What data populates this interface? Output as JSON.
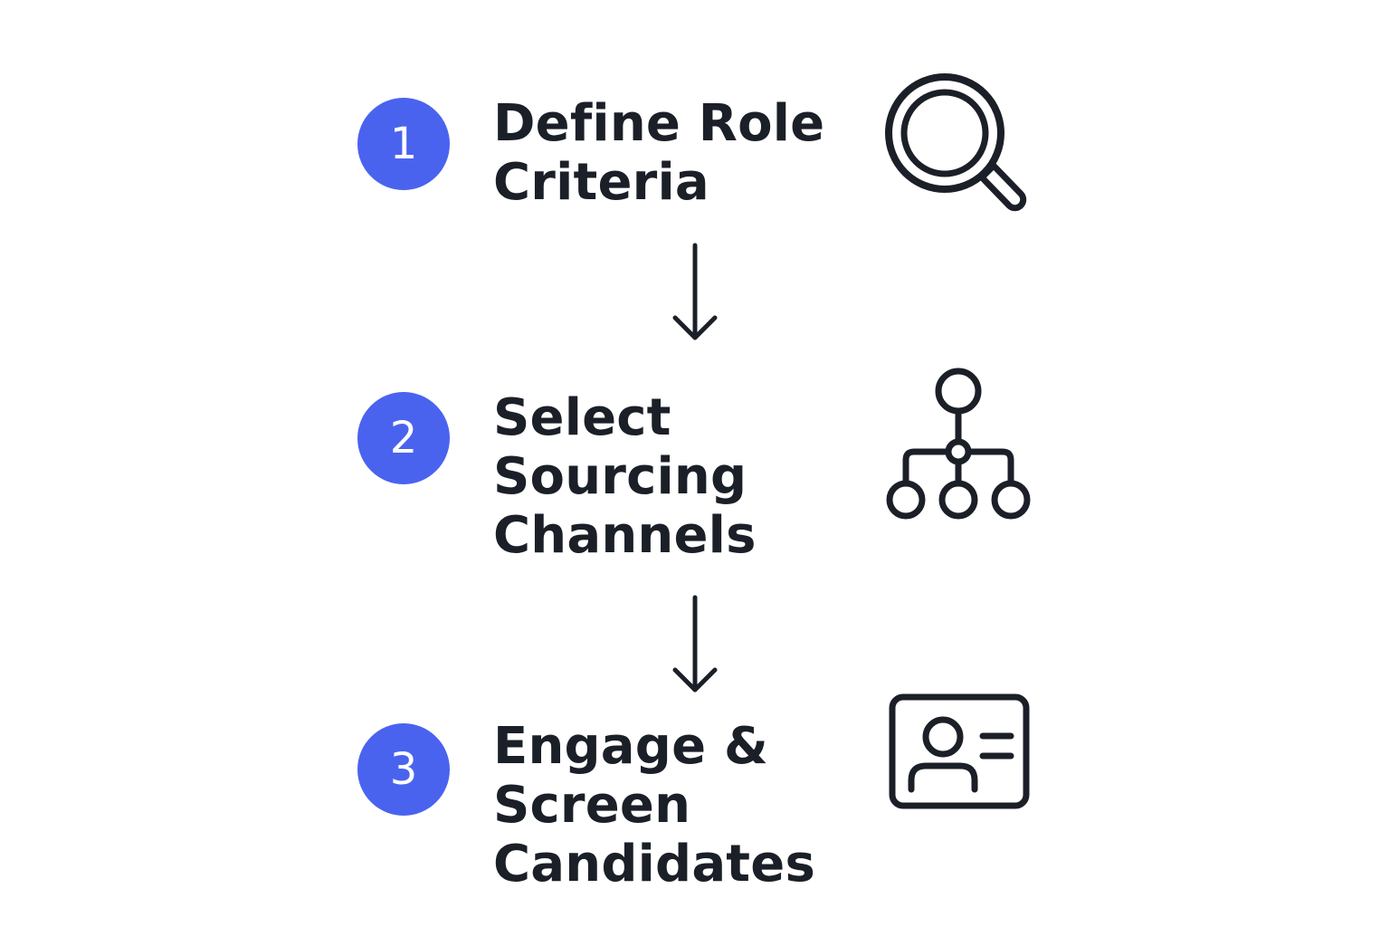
{
  "colors": {
    "accent": "#4a63ef",
    "ink": "#1b1f27",
    "background": "#ffffff"
  },
  "steps": [
    {
      "number": "1",
      "title_lines": [
        "Define Role",
        "Criteria"
      ],
      "icon": "magnifying-glass-icon"
    },
    {
      "number": "2",
      "title_lines": [
        "Select",
        "Sourcing",
        "Channels"
      ],
      "icon": "org-chart-icon"
    },
    {
      "number": "3",
      "title_lines": [
        "Engage &",
        "Screen",
        "Candidates"
      ],
      "icon": "id-card-icon"
    }
  ],
  "connectors": [
    {
      "from": "1",
      "to": "2",
      "icon": "arrow-down-icon"
    },
    {
      "from": "2",
      "to": "3",
      "icon": "arrow-down-icon"
    }
  ]
}
